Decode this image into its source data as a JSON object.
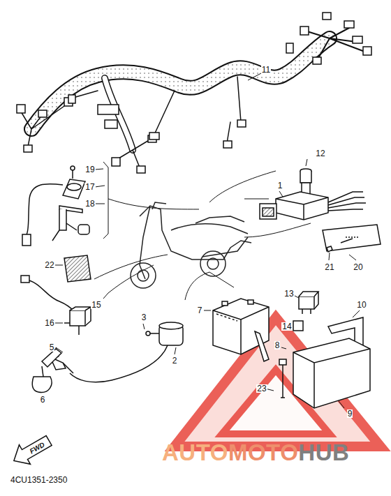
{
  "diagram": {
    "nodes": [
      {
        "text": [
          "FWD"
        ]
      }
    ],
    "labels": [
      "11",
      "12",
      "1",
      "19",
      "17",
      "18",
      "21",
      "20",
      "22",
      "13",
      "15",
      "7",
      "10",
      "14",
      "16",
      "3",
      "5",
      "8",
      "2",
      "23",
      "6",
      "9",
      "4CU1351-2350",
      "AUTO",
      "MOTO",
      "HUB"
    ]
  }
}
